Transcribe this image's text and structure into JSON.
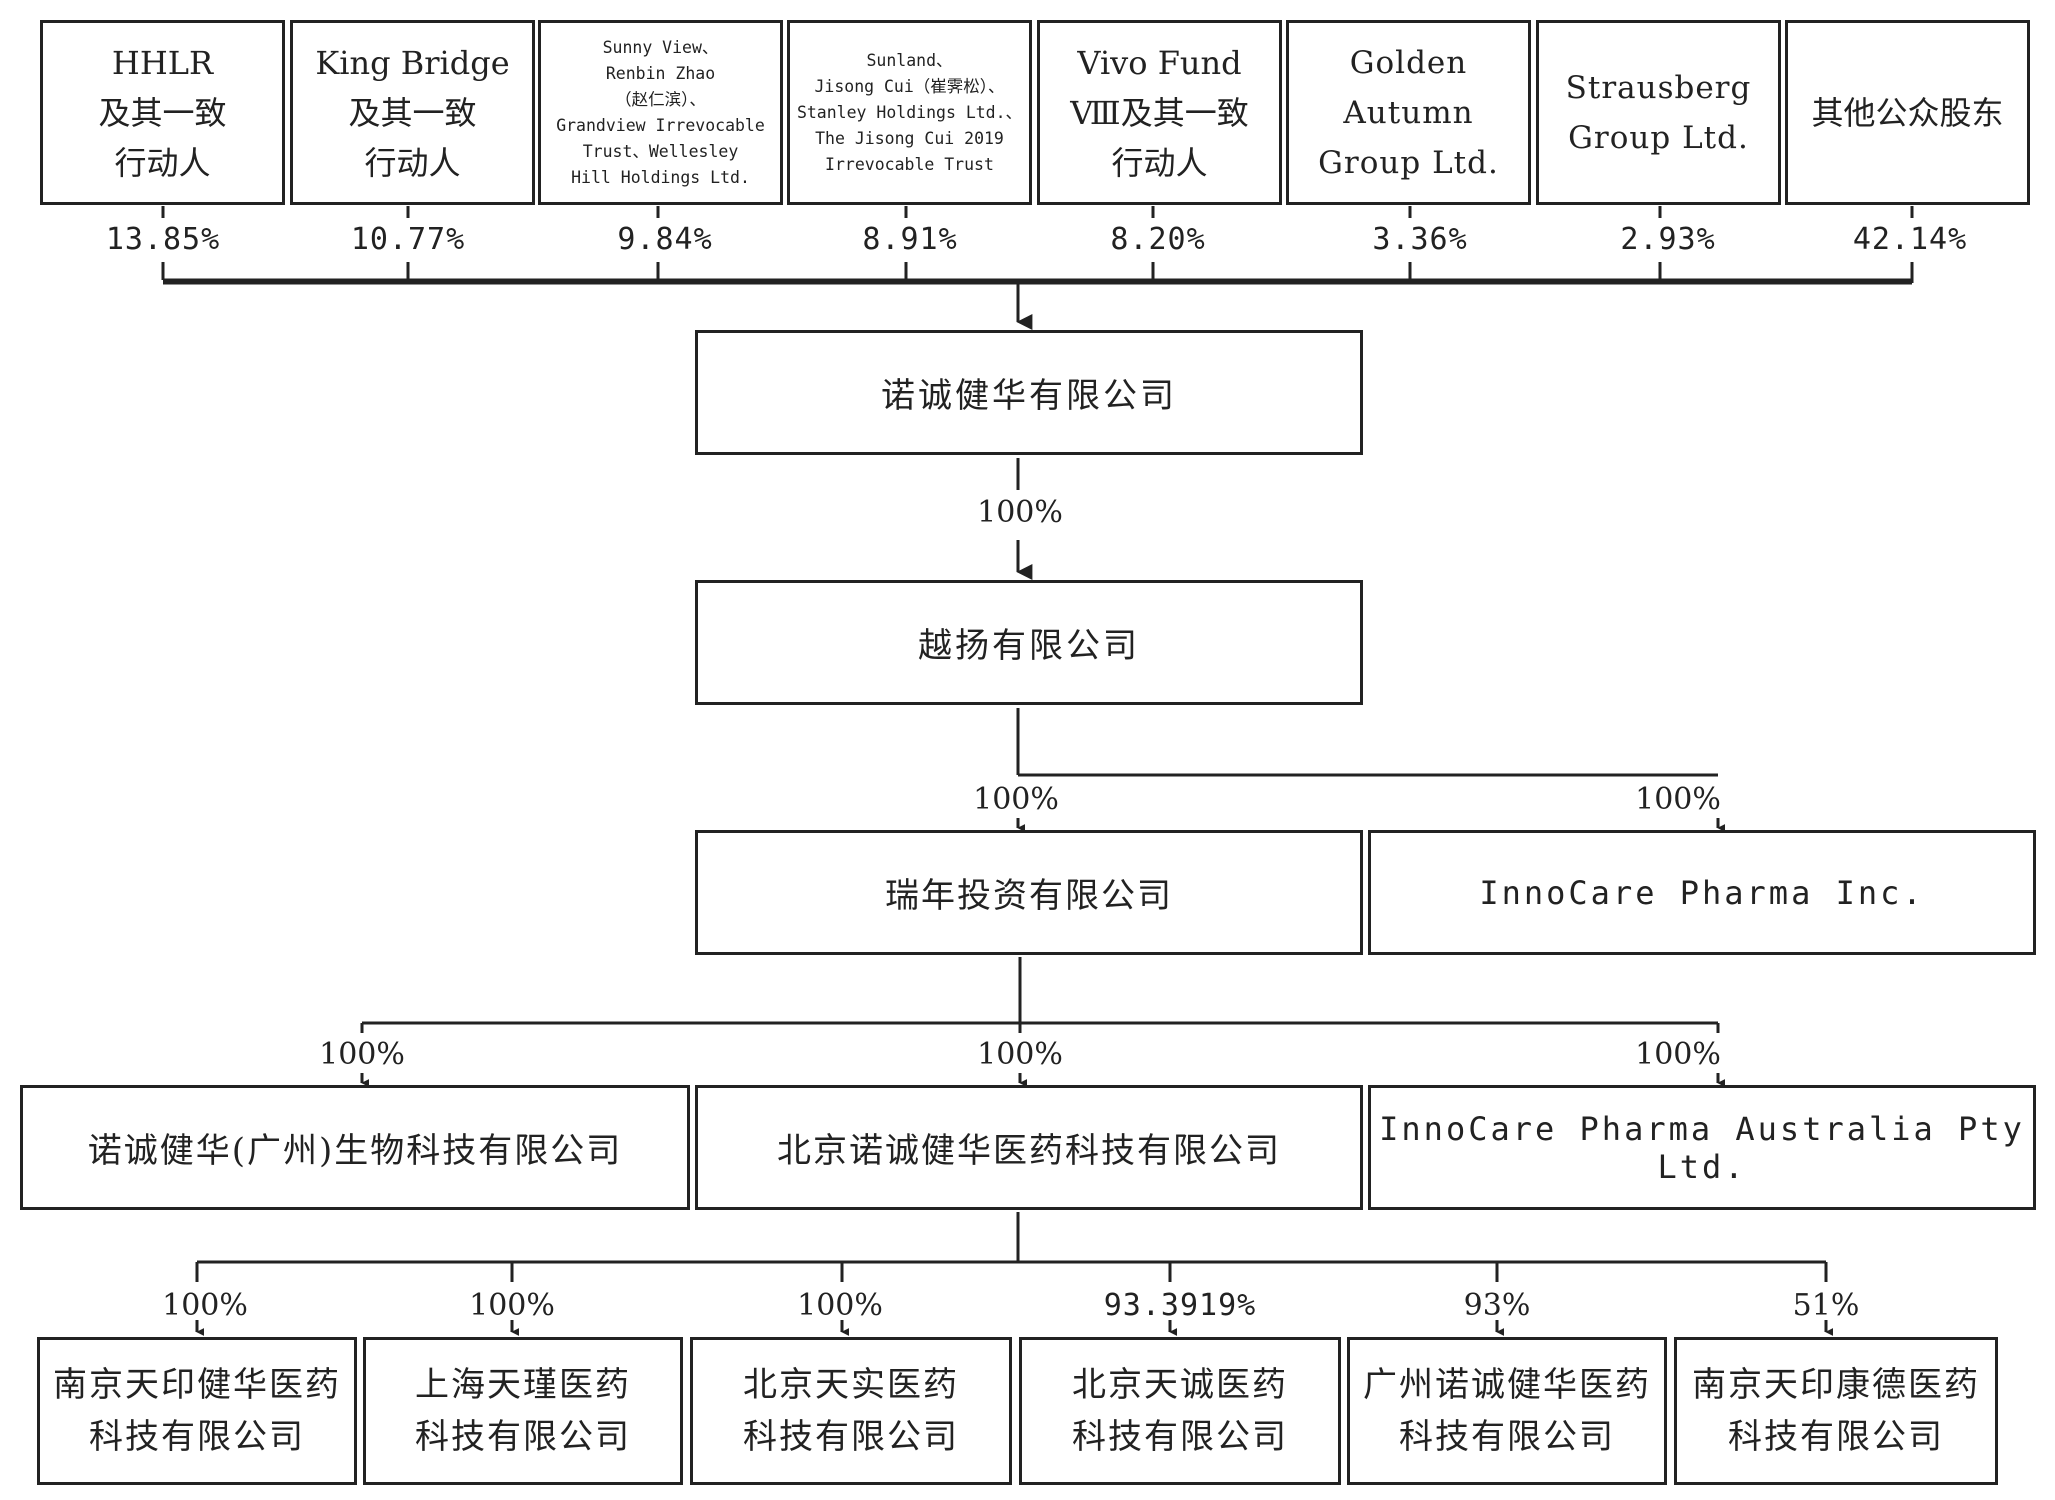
{
  "shareholders": [
    {
      "name": "HHLR\n及其一致\n行动人",
      "pct": "13.85%"
    },
    {
      "name": "King Bridge\n及其一致\n行动人",
      "pct": "10.77%"
    },
    {
      "name": "Sunny View、\nRenbin Zhao\n（赵仁滨）、\nGrandview Irrevocable\nTrust、Wellesley\nHill Holdings Ltd.",
      "pct": "9.84%"
    },
    {
      "name": "Sunland、\nJisong Cui（崔霁松）、\nStanley Holdings Ltd.、\nThe Jisong Cui 2019\nIrrevocable Trust",
      "pct": "8.91%"
    },
    {
      "name": "Vivo Fund\nⅧ及其一致\n行动人",
      "pct": "8.20%"
    },
    {
      "name": "Golden Autumn\nGroup Ltd.",
      "pct": "3.36%"
    },
    {
      "name": "Strausberg\nGroup Ltd.",
      "pct": "2.93%"
    },
    {
      "name": "其他公众股东",
      "pct": "42.14%"
    }
  ],
  "parent": {
    "name": "诺诚健华有限公司"
  },
  "link1": {
    "pct": "100%"
  },
  "level2": {
    "name": "越扬有限公司"
  },
  "level3": [
    {
      "name": "瑞年投资有限公司",
      "pct": "100%"
    },
    {
      "name": "InnoCare Pharma Inc.",
      "pct": "100%"
    }
  ],
  "level4": [
    {
      "name": "诺诚健华(广州)生物科技有限公司",
      "pct": "100%"
    },
    {
      "name": "北京诺诚健华医药科技有限公司",
      "pct": "100%"
    },
    {
      "name": "InnoCare Pharma Australia Pty Ltd.",
      "pct": "100%"
    }
  ],
  "level5": [
    {
      "name": "南京天印健华医药\n科技有限公司",
      "pct": "100%"
    },
    {
      "name": "上海天瑾医药\n科技有限公司",
      "pct": "100%"
    },
    {
      "name": "北京天实医药\n科技有限公司",
      "pct": "100%"
    },
    {
      "name": "北京天诚医药\n科技有限公司",
      "pct": "93.3919%"
    },
    {
      "name": "广州诺诚健华医药\n科技有限公司",
      "pct": "93%"
    },
    {
      "name": "南京天印康德医药\n科技有限公司",
      "pct": "51%"
    }
  ]
}
